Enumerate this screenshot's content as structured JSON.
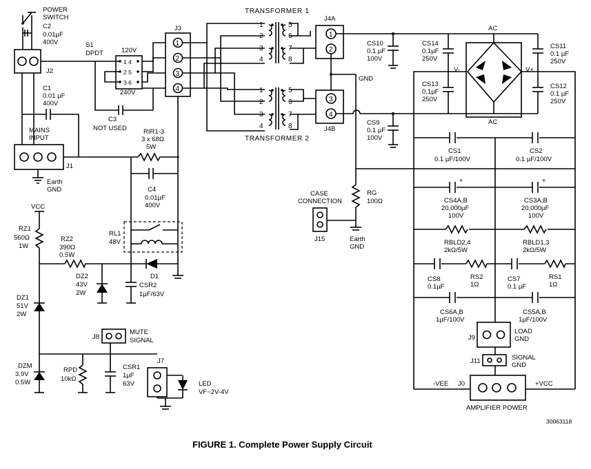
{
  "figure_caption": "FIGURE 1. Complete Power Supply Circuit",
  "figure_id": "30063118",
  "power_switch": [
    "POWER",
    "SWITCH"
  ],
  "transformer_1": "TRANSFORMER 1",
  "transformer_2": "TRANSFORMER 2",
  "mains_input": [
    "MAINS",
    "INPUT"
  ],
  "earth_gnd": [
    "Earth",
    "GND"
  ],
  "case_connection": [
    "CASE",
    "CONNECTION"
  ],
  "mute_signal": [
    "MUTE",
    "SIGNAL"
  ],
  "load_gnd": [
    "LOAD",
    "GND"
  ],
  "signal_gnd": [
    "SIGNAL",
    "GND"
  ],
  "amplifier_power": "AMPLIFIER  POWER",
  "led_label": [
    "LED",
    "VF~2V-4V"
  ],
  "vcc": "VCC",
  "minus_vee": "-VEE",
  "plus_vcc": "+VCC",
  "gnd": "GND",
  "ac": "AC",
  "v_minus": "V-",
  "v_plus": "V+",
  "plus_sign": "+",
  "s1": {
    "name": "S1",
    "type": "DPDT",
    "v120": "120V",
    "v240": "240V",
    "pins": [
      "1 4",
      "2 5",
      "3 6"
    ]
  },
  "j_labels": {
    "j2": "J2",
    "j1": "J1",
    "j3": "J3",
    "j4a": "J4A",
    "j4b": "J4B",
    "j15": "J15",
    "j8": "J8",
    "j7": "J7",
    "j9": "J9",
    "j11": "J11",
    "j0": "J0"
  },
  "j3_pins": [
    "1",
    "2",
    "3",
    "4"
  ],
  "j4a_pins": [
    "1",
    "2"
  ],
  "j4b_pins": [
    "3",
    "4"
  ],
  "t_pins_left": [
    "1",
    "2",
    "3",
    "4"
  ],
  "t_pins_right": [
    "5",
    "6",
    "7",
    "8"
  ],
  "components": {
    "c2": [
      "C2",
      "0.01µF",
      "400V"
    ],
    "c1": [
      "C1",
      "0.01 µF",
      "400V"
    ],
    "c3": [
      "C3",
      "NOT  USED"
    ],
    "rir": [
      "RIR1-3",
      "3 x 68Ω",
      "5W"
    ],
    "c4": [
      "C4",
      "0.01µF",
      "400V"
    ],
    "rl1": [
      "RL1",
      "48V"
    ],
    "rz1": [
      "RZ1",
      "560Ω",
      "1W"
    ],
    "rz2": [
      "RZ2",
      "390Ω",
      "0.5W"
    ],
    "dz2": [
      "DZ2",
      "43V",
      "2W"
    ],
    "d1": "D1",
    "csr2": [
      "CSR2",
      "1µF/63V"
    ],
    "dz1": [
      "DZ1",
      "51V",
      "2W"
    ],
    "dzm": [
      "DZM",
      "3.9V",
      "0.5W"
    ],
    "rpd": [
      "RPD",
      "10kΩ"
    ],
    "csr1": [
      "CSR1",
      "1µF",
      "63V"
    ],
    "cs10": [
      "CS10",
      "0.1 µF",
      "100V"
    ],
    "cs9": [
      "CS9",
      "0.1 µF",
      "100V"
    ],
    "rg": [
      "RG",
      "100Ω"
    ],
    "cs14": [
      "CS14",
      "0.1µF",
      "250V"
    ],
    "cs13": [
      "CS13",
      "0.1µF",
      "250V"
    ],
    "cs11": [
      "CS11",
      "0.1 µF",
      "250V"
    ],
    "cs12": [
      "CS12",
      "0.1 µF",
      "250V"
    ],
    "cs1": [
      "CS1",
      "0.1 µF/100V"
    ],
    "cs2": [
      "CS2",
      "0.1 µF/100V"
    ],
    "cs4ab": [
      "CS4A,B",
      "20,000µF",
      "100V"
    ],
    "cs3ab": [
      "CS3A,B",
      "20,000µF",
      "100V"
    ],
    "rbld24": [
      "RBLD2,4",
      "2kΩ/5W"
    ],
    "rbld13": [
      "RBLD1,3",
      "2kΩ/5W"
    ],
    "cs8": [
      "CS8",
      "0.1µF"
    ],
    "rs2": [
      "RS2",
      "1Ω"
    ],
    "cs7": [
      "CS7",
      "0.1 µF"
    ],
    "rs1": [
      "RS1",
      "1Ω"
    ],
    "cs6ab": [
      "CS6A,B",
      "1µF/100V"
    ],
    "cs5ab": [
      "CS5A,B",
      "1µF/100V"
    ]
  }
}
